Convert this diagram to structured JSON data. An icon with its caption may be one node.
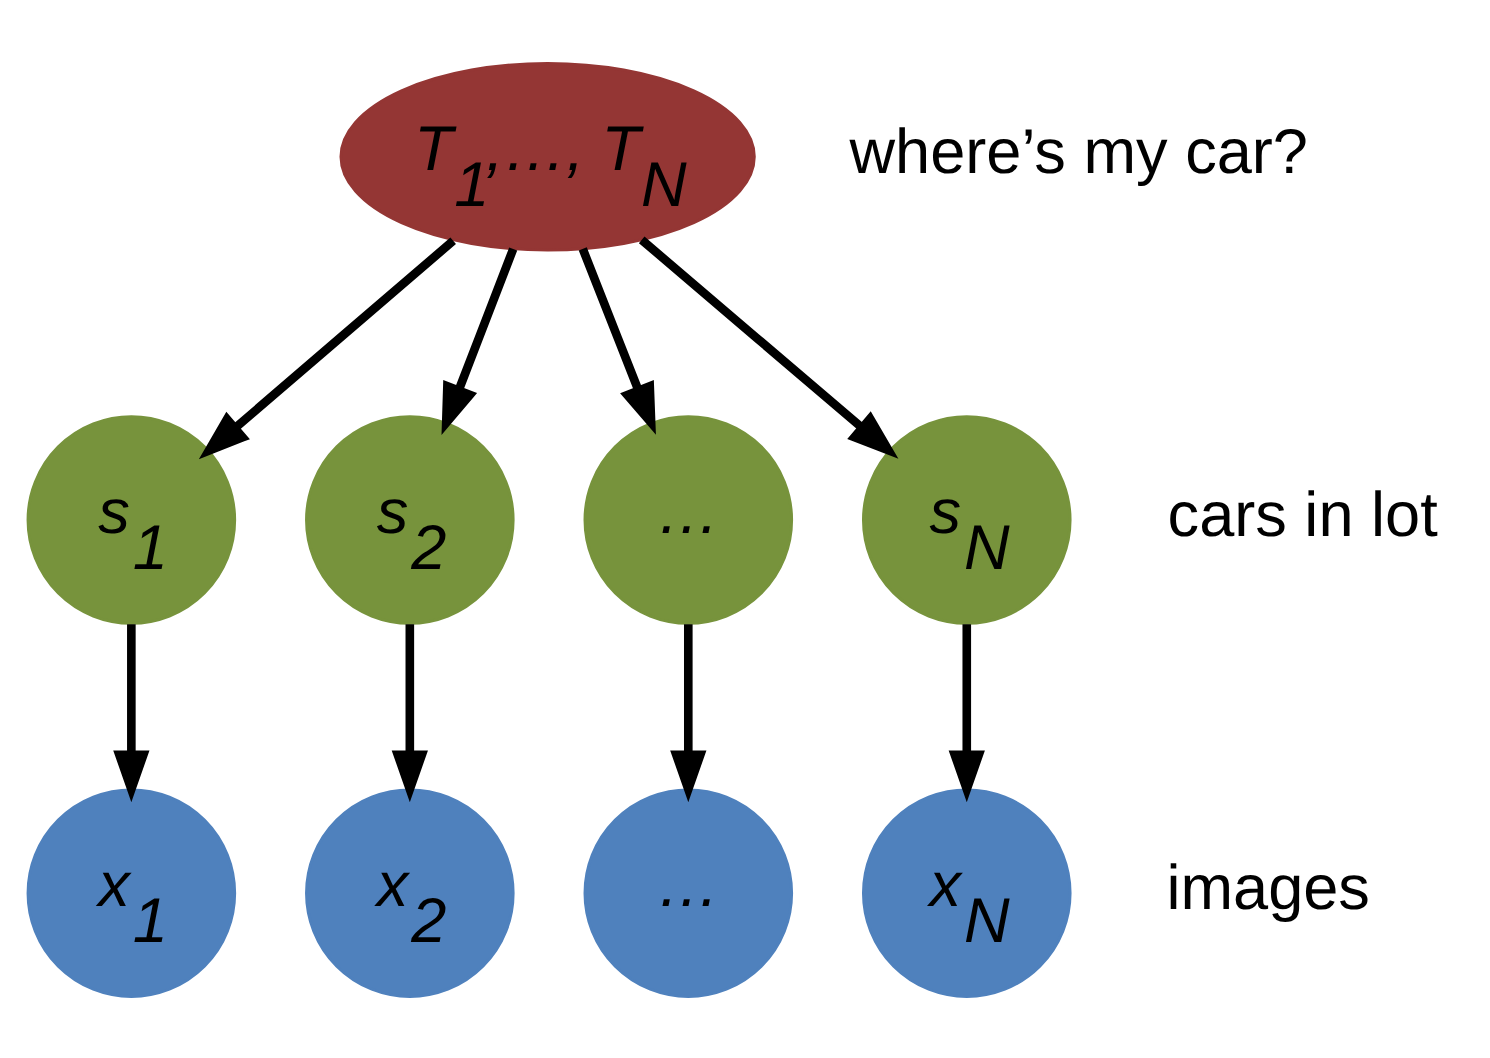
{
  "diagram": {
    "nodes": [
      {
        "text": [
          "T$_{1}$,…, T$_{N}$"
        ]
      },
      {
        "text": [
          "s$_{1}$"
        ]
      },
      {
        "text": [
          "s$_{2}$"
        ]
      },
      {
        "text": [
          "…"
        ]
      },
      {
        "text": [
          "s$_{N}$"
        ]
      },
      {
        "text": [
          "x$_{1}$"
        ]
      },
      {
        "text": [
          "x$_{2}$"
        ]
      },
      {
        "text": [
          "…"
        ]
      },
      {
        "text": [
          "x$_{N}$"
        ]
      }
    ],
    "edges": [
      {
        "from": 0,
        "to": 1,
        "arrow": "to"
      },
      {
        "from": 0,
        "to": 2,
        "arrow": "to"
      },
      {
        "from": 0,
        "to": 3,
        "arrow": "to"
      },
      {
        "from": 0,
        "to": 4,
        "arrow": "to"
      },
      {
        "from": 1,
        "to": 5,
        "arrow": "to"
      },
      {
        "from": 2,
        "to": 6,
        "arrow": "to"
      },
      {
        "from": 3,
        "to": 7,
        "arrow": "to"
      },
      {
        "from": 4,
        "to": 8,
        "arrow": "to"
      }
    ],
    "labels": [
      "where’s my car?",
      "cars in lot",
      "images"
    ]
  }
}
